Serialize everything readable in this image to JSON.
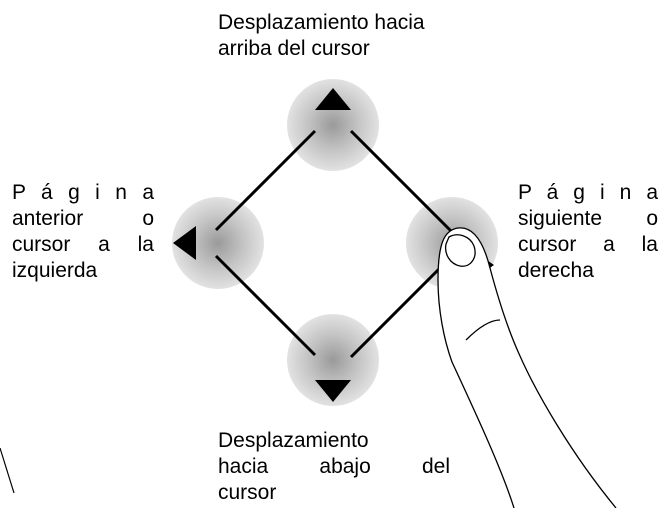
{
  "labels": {
    "up": {
      "line1": "Desplazamiento hacia",
      "line2": "arriba del cursor"
    },
    "left": {
      "line1": "P á g i n a",
      "line2": "anterior o",
      "line3": "cursor a la",
      "line4": "izquierda"
    },
    "right": {
      "line1": "P á g i n a",
      "line2": "siguiente o",
      "line3": "cursor a la",
      "line4": "derecha"
    },
    "down": {
      "line1": "Desplazamiento",
      "line2": "hacia abajo del",
      "line3": "cursor"
    }
  },
  "icons": {
    "up": "triangle-up-icon",
    "down": "triangle-down-icon",
    "left": "triangle-left-icon",
    "right": "triangle-right-icon",
    "finger": "pointing-finger-icon"
  },
  "colors": {
    "line": "#000000",
    "halo_center": "#9a9a9a",
    "halo_edge": "#e2e2e2",
    "background": "#ffffff"
  }
}
